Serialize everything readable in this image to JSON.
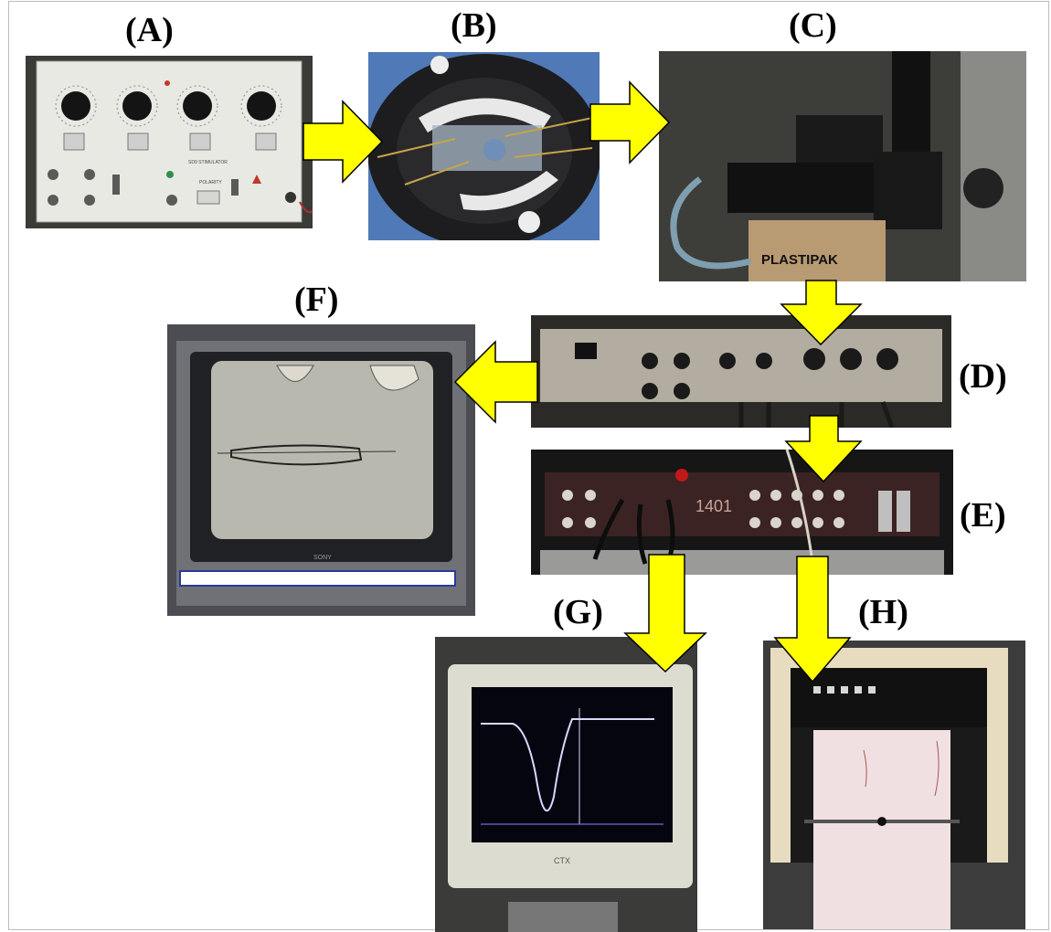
{
  "panels": {
    "a": {
      "label": "(A)",
      "image": "stimulator-photo",
      "texts": {
        "device": "SD9 STIMULATOR",
        "polarity": "POLARITY"
      }
    },
    "b": {
      "label": "(B)",
      "image": "tissue-chamber-photo"
    },
    "c": {
      "label": "(C)",
      "image": "microscope-camera-photo",
      "texts": {
        "box": "PLASTIPAK"
      }
    },
    "d": {
      "label": "(D)",
      "image": "amplifier-photo"
    },
    "e": {
      "label": "(E)",
      "image": "interface-1401-photo",
      "texts": {
        "model": "1401"
      }
    },
    "f": {
      "label": "(F)",
      "image": "video-monitor-photo",
      "texts": {
        "brand": "SONY"
      }
    },
    "g": {
      "label": "(G)",
      "image": "computer-monitor-trace-photo",
      "texts": {
        "brand": "CTX"
      }
    },
    "h": {
      "label": "(H)",
      "image": "chart-recorder-photo"
    }
  },
  "colors": {
    "arrow": "#ffff00",
    "arrow_stroke": "#000000"
  }
}
